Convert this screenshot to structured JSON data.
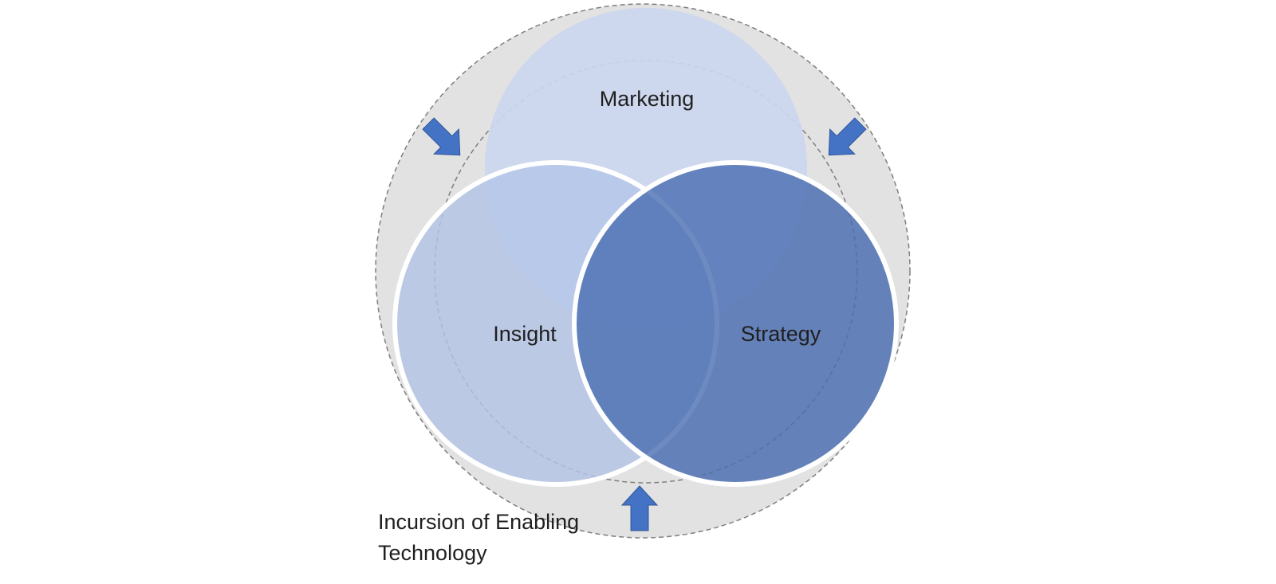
{
  "diagram": {
    "labels": {
      "marketing": "Marketing",
      "insight": "Insight",
      "strategy": "Strategy",
      "caption_line1": "Incursion of Enabling",
      "caption_line2": "Technology"
    },
    "colors": {
      "background": "#ffffff",
      "outer_ring": "#d9d9d9",
      "dashed_line": "#7f7f7f",
      "shadow_circles": "#c8cbd2",
      "marketing_fill": "#ccd7ef",
      "insight_fill": "#b4c6e7",
      "strategy_fill": "#4a6eb1",
      "arrow_fill": "#4472c4",
      "arrow_stroke": "#2f5597",
      "text": "#1f1f1f"
    },
    "icons": [
      "arrow-down-right-icon",
      "arrow-down-left-icon",
      "arrow-up-icon"
    ]
  }
}
